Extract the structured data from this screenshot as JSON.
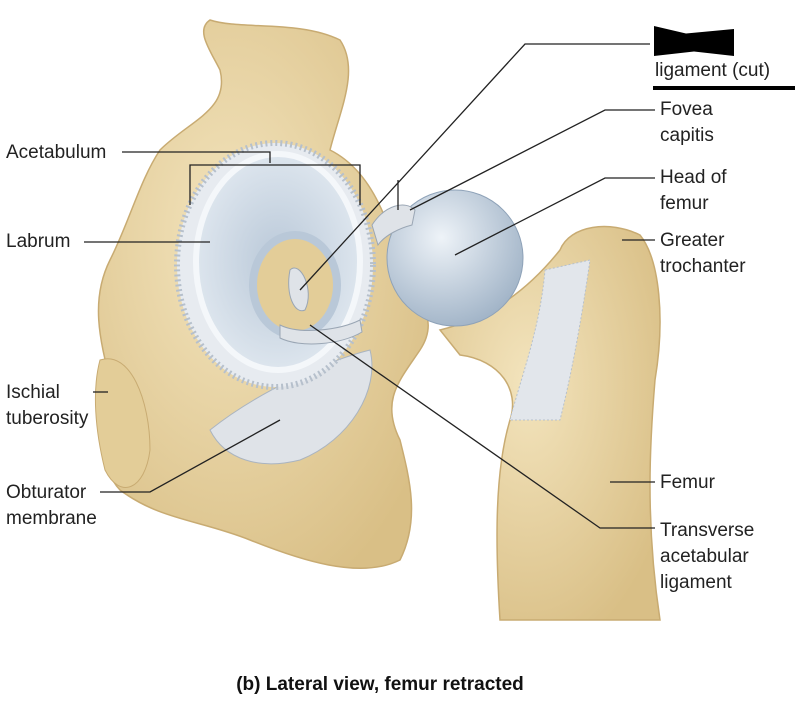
{
  "labels": {
    "acetabulum": "Acetabulum",
    "labrum": "Labrum",
    "ischial_tuberosity": [
      "Ischial",
      "tuberosity"
    ],
    "obturator_membrane": [
      "Obturator",
      "membrane"
    ],
    "ligament_cut": "ligament (cut)",
    "fovea_capitis": [
      "Fovea",
      "capitis"
    ],
    "head_of_femur": [
      "Head of",
      "femur"
    ],
    "greater_trochanter": [
      "Greater",
      "trochanter"
    ],
    "femur": "Femur",
    "transverse_acetabular_ligament": [
      "Transverse",
      "acetabular",
      "ligament"
    ]
  },
  "caption": "(b)  Lateral view, femur retracted",
  "colors": {
    "bone": "#e9d6a6",
    "cartilage": "#c7d4e2",
    "ligament": "#dfe3e8",
    "line": "#222222"
  }
}
